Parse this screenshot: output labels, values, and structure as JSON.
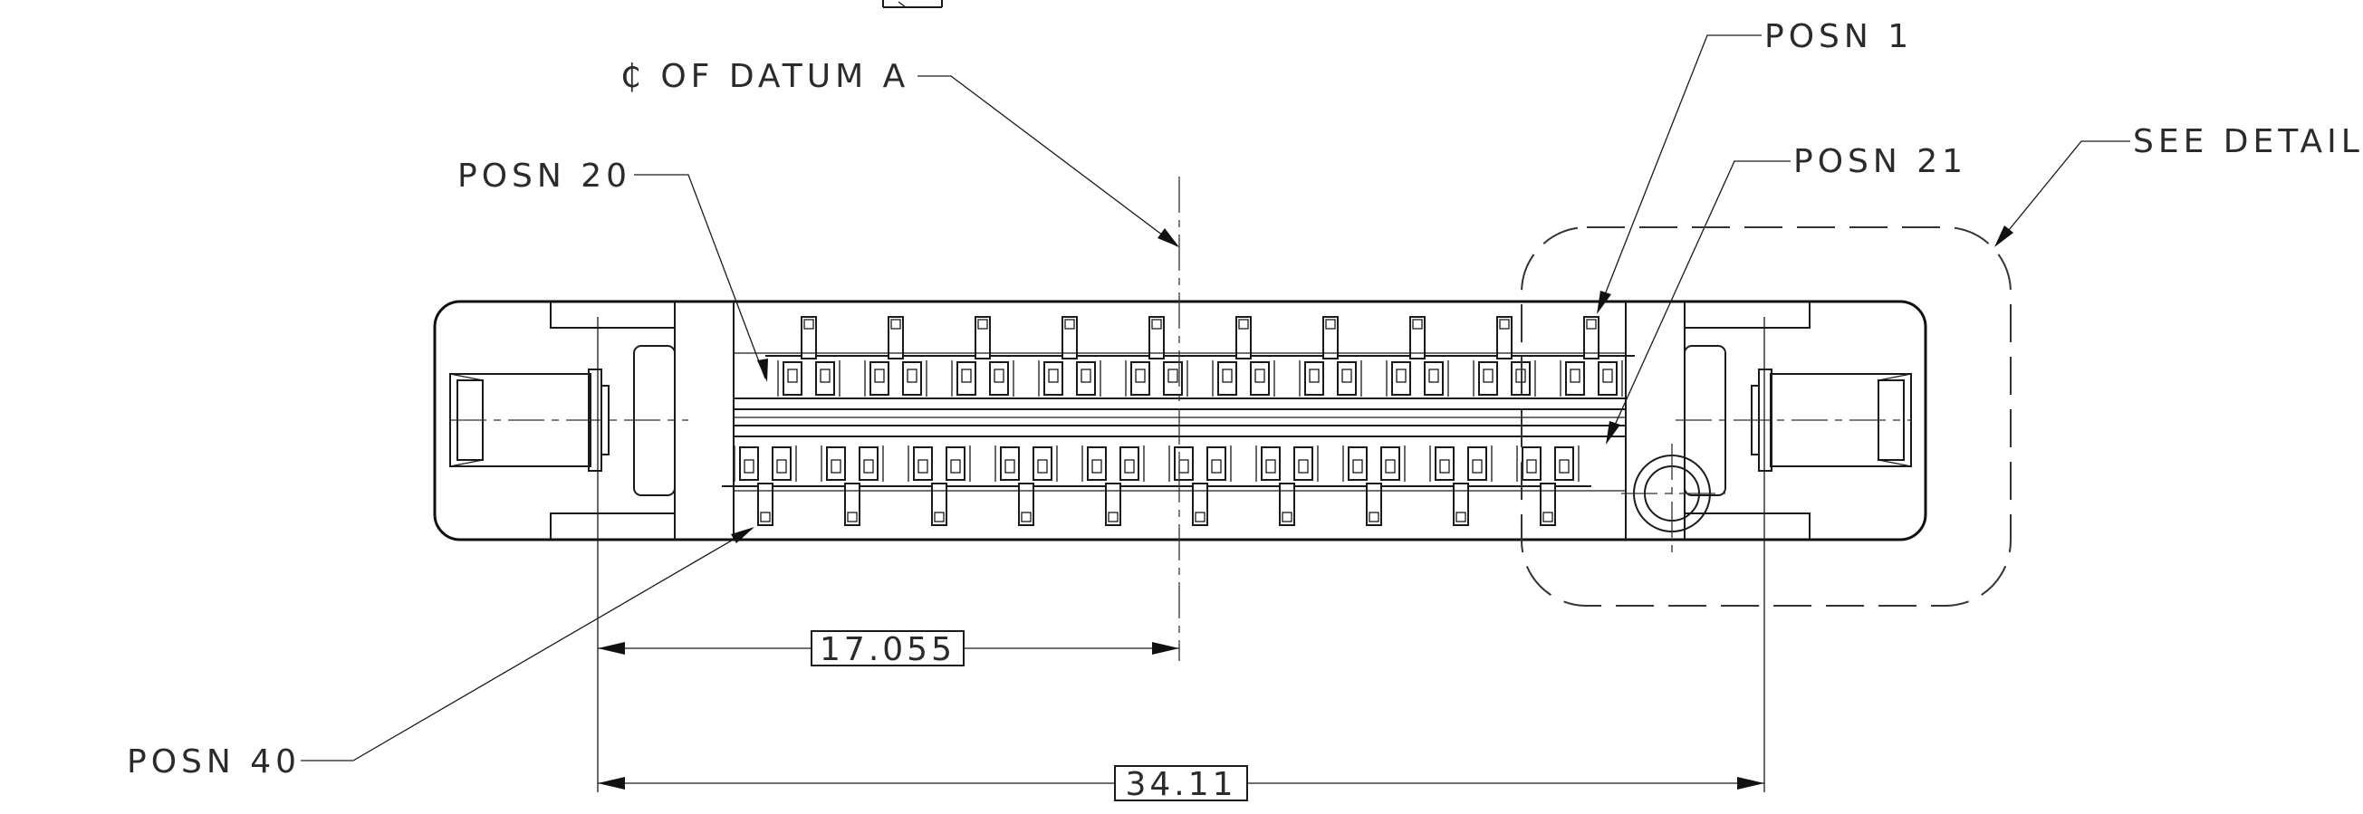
{
  "labels": {
    "posn_1": "POSN 1",
    "posn_20": "POSN 20",
    "posn_21": "POSN 21",
    "posn_40": "POSN 40",
    "datum": "₵ OF DATUM A",
    "see_detail": "SEE DETAIL"
  },
  "dimensions": {
    "half_pitch": "17.055",
    "overall_pitch": "34.11"
  },
  "connector": {
    "positions_per_row": 20,
    "rows": 2,
    "total_positions": 40
  }
}
